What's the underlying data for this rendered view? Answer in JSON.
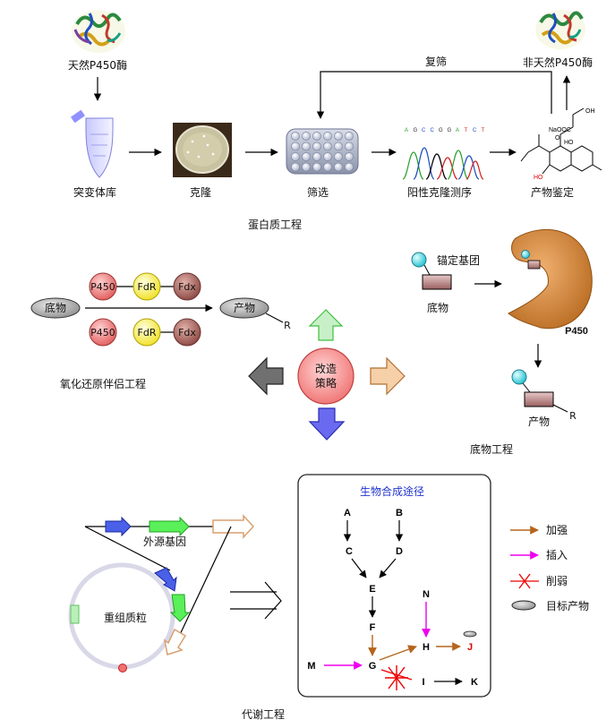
{
  "protein_engineering": {
    "natural_enzyme": "天然P450酶",
    "non_natural_enzyme": "非天然P450酶",
    "rescreen": "复筛",
    "mutant_library": "突变体库",
    "cloning": "克隆",
    "screening": "筛选",
    "positive_clone_sequencing": "阳性克隆测序",
    "product_identification": "产物鉴定",
    "section_title": "蛋白质工程",
    "sequence_letters": [
      "A",
      "G",
      "C",
      "C",
      "G",
      "G",
      "A",
      "T",
      "C",
      "T"
    ]
  },
  "redox_partner": {
    "substrate": "底物",
    "product": "产物",
    "r_group": "R",
    "p450": "P450",
    "fdr": "FdR",
    "fdx": "Fdx",
    "section_title": "氧化还原伴侣工程"
  },
  "strategy": {
    "line1": "改造",
    "line2": "策略"
  },
  "substrate_engineering": {
    "anchor_group": "锚定基团",
    "substrate": "底物",
    "p450": "P450",
    "product": "产物",
    "r_group": "R",
    "section_title": "底物工程"
  },
  "metabolic": {
    "exogenous_gene": "外源基因",
    "plasmid": "重组质粒",
    "section_title": "代谢工程",
    "pathway_title": "生物合成途径",
    "nodes": {
      "A": "A",
      "B": "B",
      "C": "C",
      "D": "D",
      "E": "E",
      "F": "F",
      "G": "G",
      "H": "H",
      "I": "I",
      "J": "J",
      "K": "K",
      "M": "M",
      "N": "N"
    },
    "legend": {
      "enhance": "加强",
      "insert": "插入",
      "weaken": "削弱",
      "target": "目标产物"
    }
  },
  "colors": {
    "enhance": "#b5651d",
    "insert": "#ee00ee",
    "weaken": "#ee0000",
    "p450_red": "#f08080",
    "fdr_yellow": "#ffff66",
    "fdx_brown": "#a0524d",
    "pathway_title": "#2233cc"
  }
}
